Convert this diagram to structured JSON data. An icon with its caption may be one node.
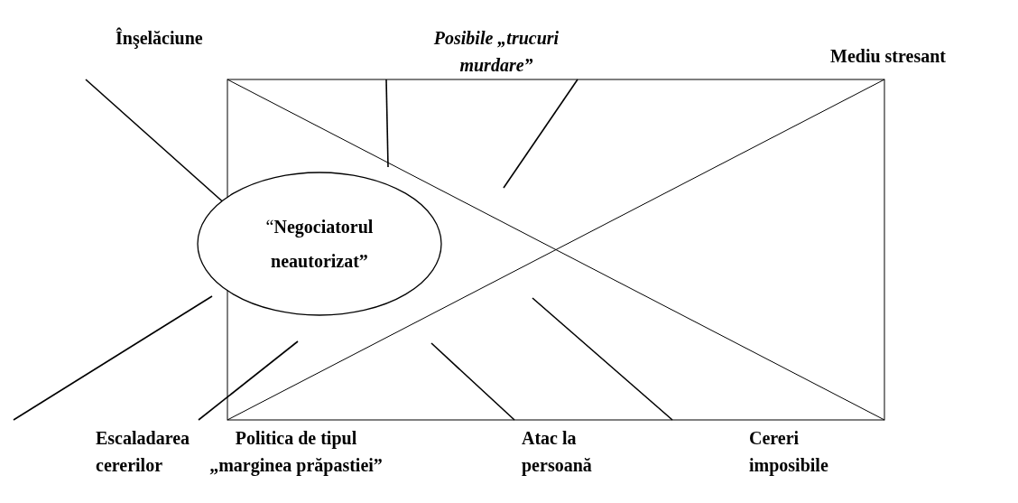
{
  "diagram": {
    "nodes": [
      {
        "text": [
          "“**Negociatorul neautorizat”**"
        ]
      }
    ],
    "labels": [
      "Înşelăciune",
      "Posibile „trucuri murdare”",
      "Mediu stresant",
      "Escaladarea cererilor",
      "Politica de tipul „marginea prăpastiei”",
      "Atac la persoană",
      "Cereri imposibile"
    ]
  }
}
